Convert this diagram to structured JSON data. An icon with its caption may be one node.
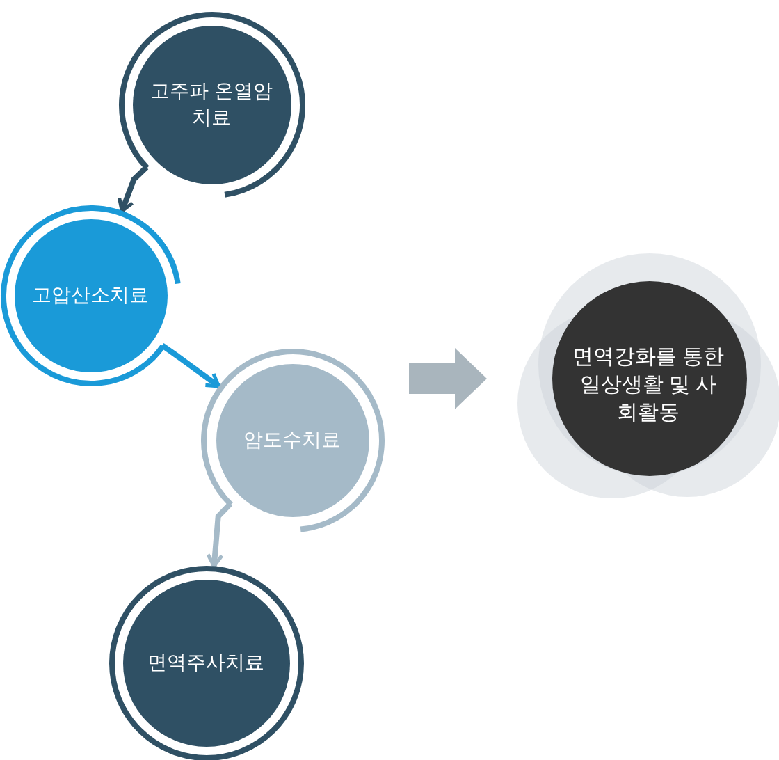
{
  "diagram": {
    "nodes": [
      {
        "text": [
          "고주파 온열암치료"
        ]
      },
      {
        "text": [
          "고압산소치료"
        ]
      },
      {
        "text": [
          "암도수치료"
        ]
      },
      {
        "text": [
          "면역주사치료"
        ]
      },
      {
        "text": [
          "면역강화를 통한 일상생활 및 사회활동"
        ]
      }
    ],
    "edges": [
      {
        "from": 0,
        "to": 1,
        "arrow": "to",
        "color": "#2f5064"
      },
      {
        "from": 1,
        "to": 2,
        "arrow": "to",
        "color": "#1a9ad8"
      },
      {
        "from": 2,
        "to": 3,
        "arrow": "to",
        "color": "#a5bac8"
      },
      {
        "from": null,
        "to": 4,
        "arrow": "to",
        "style": "thick",
        "color": "#a9b5bd"
      }
    ]
  }
}
